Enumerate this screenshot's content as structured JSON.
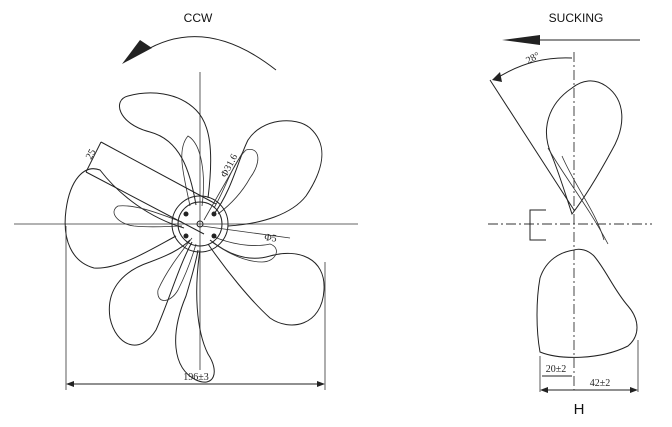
{
  "front_view": {
    "rotation_label": "CCW",
    "blade_width_label": "25",
    "hub_diameter_label": "Φ31.6",
    "bore_diameter_label": "Φ5",
    "overall_diameter_label": "196±3"
  },
  "side_view": {
    "airflow_label": "SUCKING",
    "pitch_angle_label": "28°",
    "hub_offset_label": "20±2",
    "depth_label": "42±2",
    "height_label": "H"
  },
  "colors": {
    "line": "#222222",
    "background": "#ffffff"
  }
}
